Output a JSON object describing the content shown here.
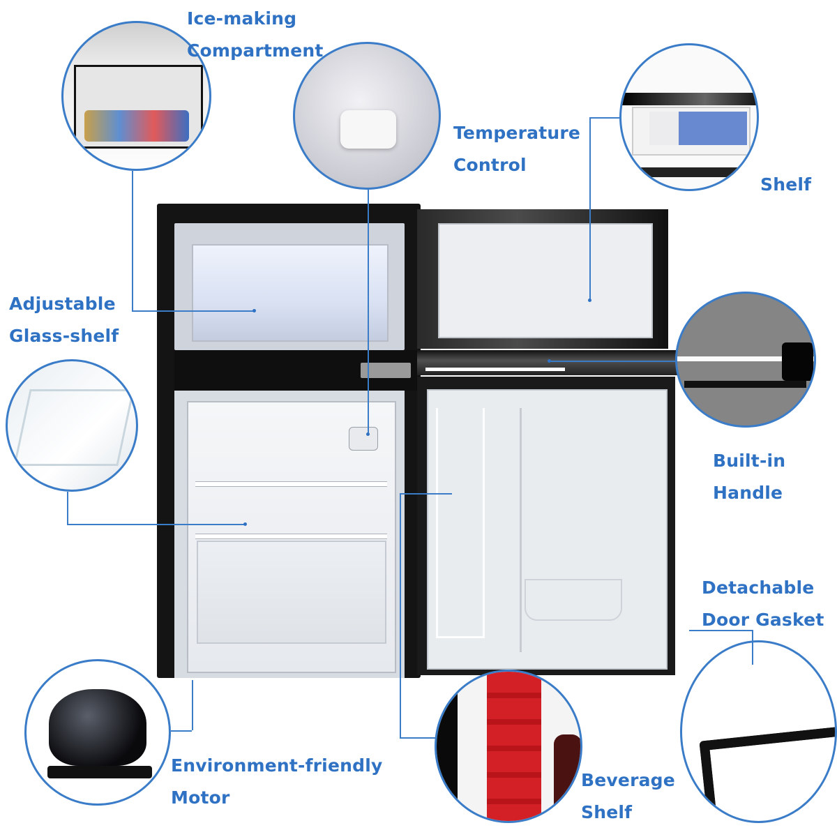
{
  "labels": {
    "ice_making": [
      "Ice-making",
      "Compartment"
    ],
    "temperature": [
      "Temperature",
      "Control"
    ],
    "shelf": [
      "Shelf"
    ],
    "glass_shelf": [
      "Adjustable",
      "Glass-shelf"
    ],
    "handle": [
      "Built-in",
      "Handle"
    ],
    "gasket": [
      "Detachable",
      "Door Gasket"
    ],
    "motor": [
      "Environment-friendly",
      "Motor"
    ],
    "beverage": [
      "Beverage",
      "Shelf"
    ]
  },
  "colors": {
    "label_blue": "#2f72c4",
    "circle_border": "#3a7cc8",
    "fridge_black": "#141414",
    "background": "#ffffff"
  },
  "detail_images": {
    "freezer_contents": "freezer compartment with food containers",
    "thermostat": "temperature control dial",
    "door_shelf": "door shelf with milk cartons",
    "glass_shelf": "glass shelf edge",
    "handle": "built-in recessed handle",
    "gasket": "black rubber door gasket corner",
    "motor": "black compressor motor",
    "beverage": "beverage rack with soda cans and wine bottle"
  }
}
